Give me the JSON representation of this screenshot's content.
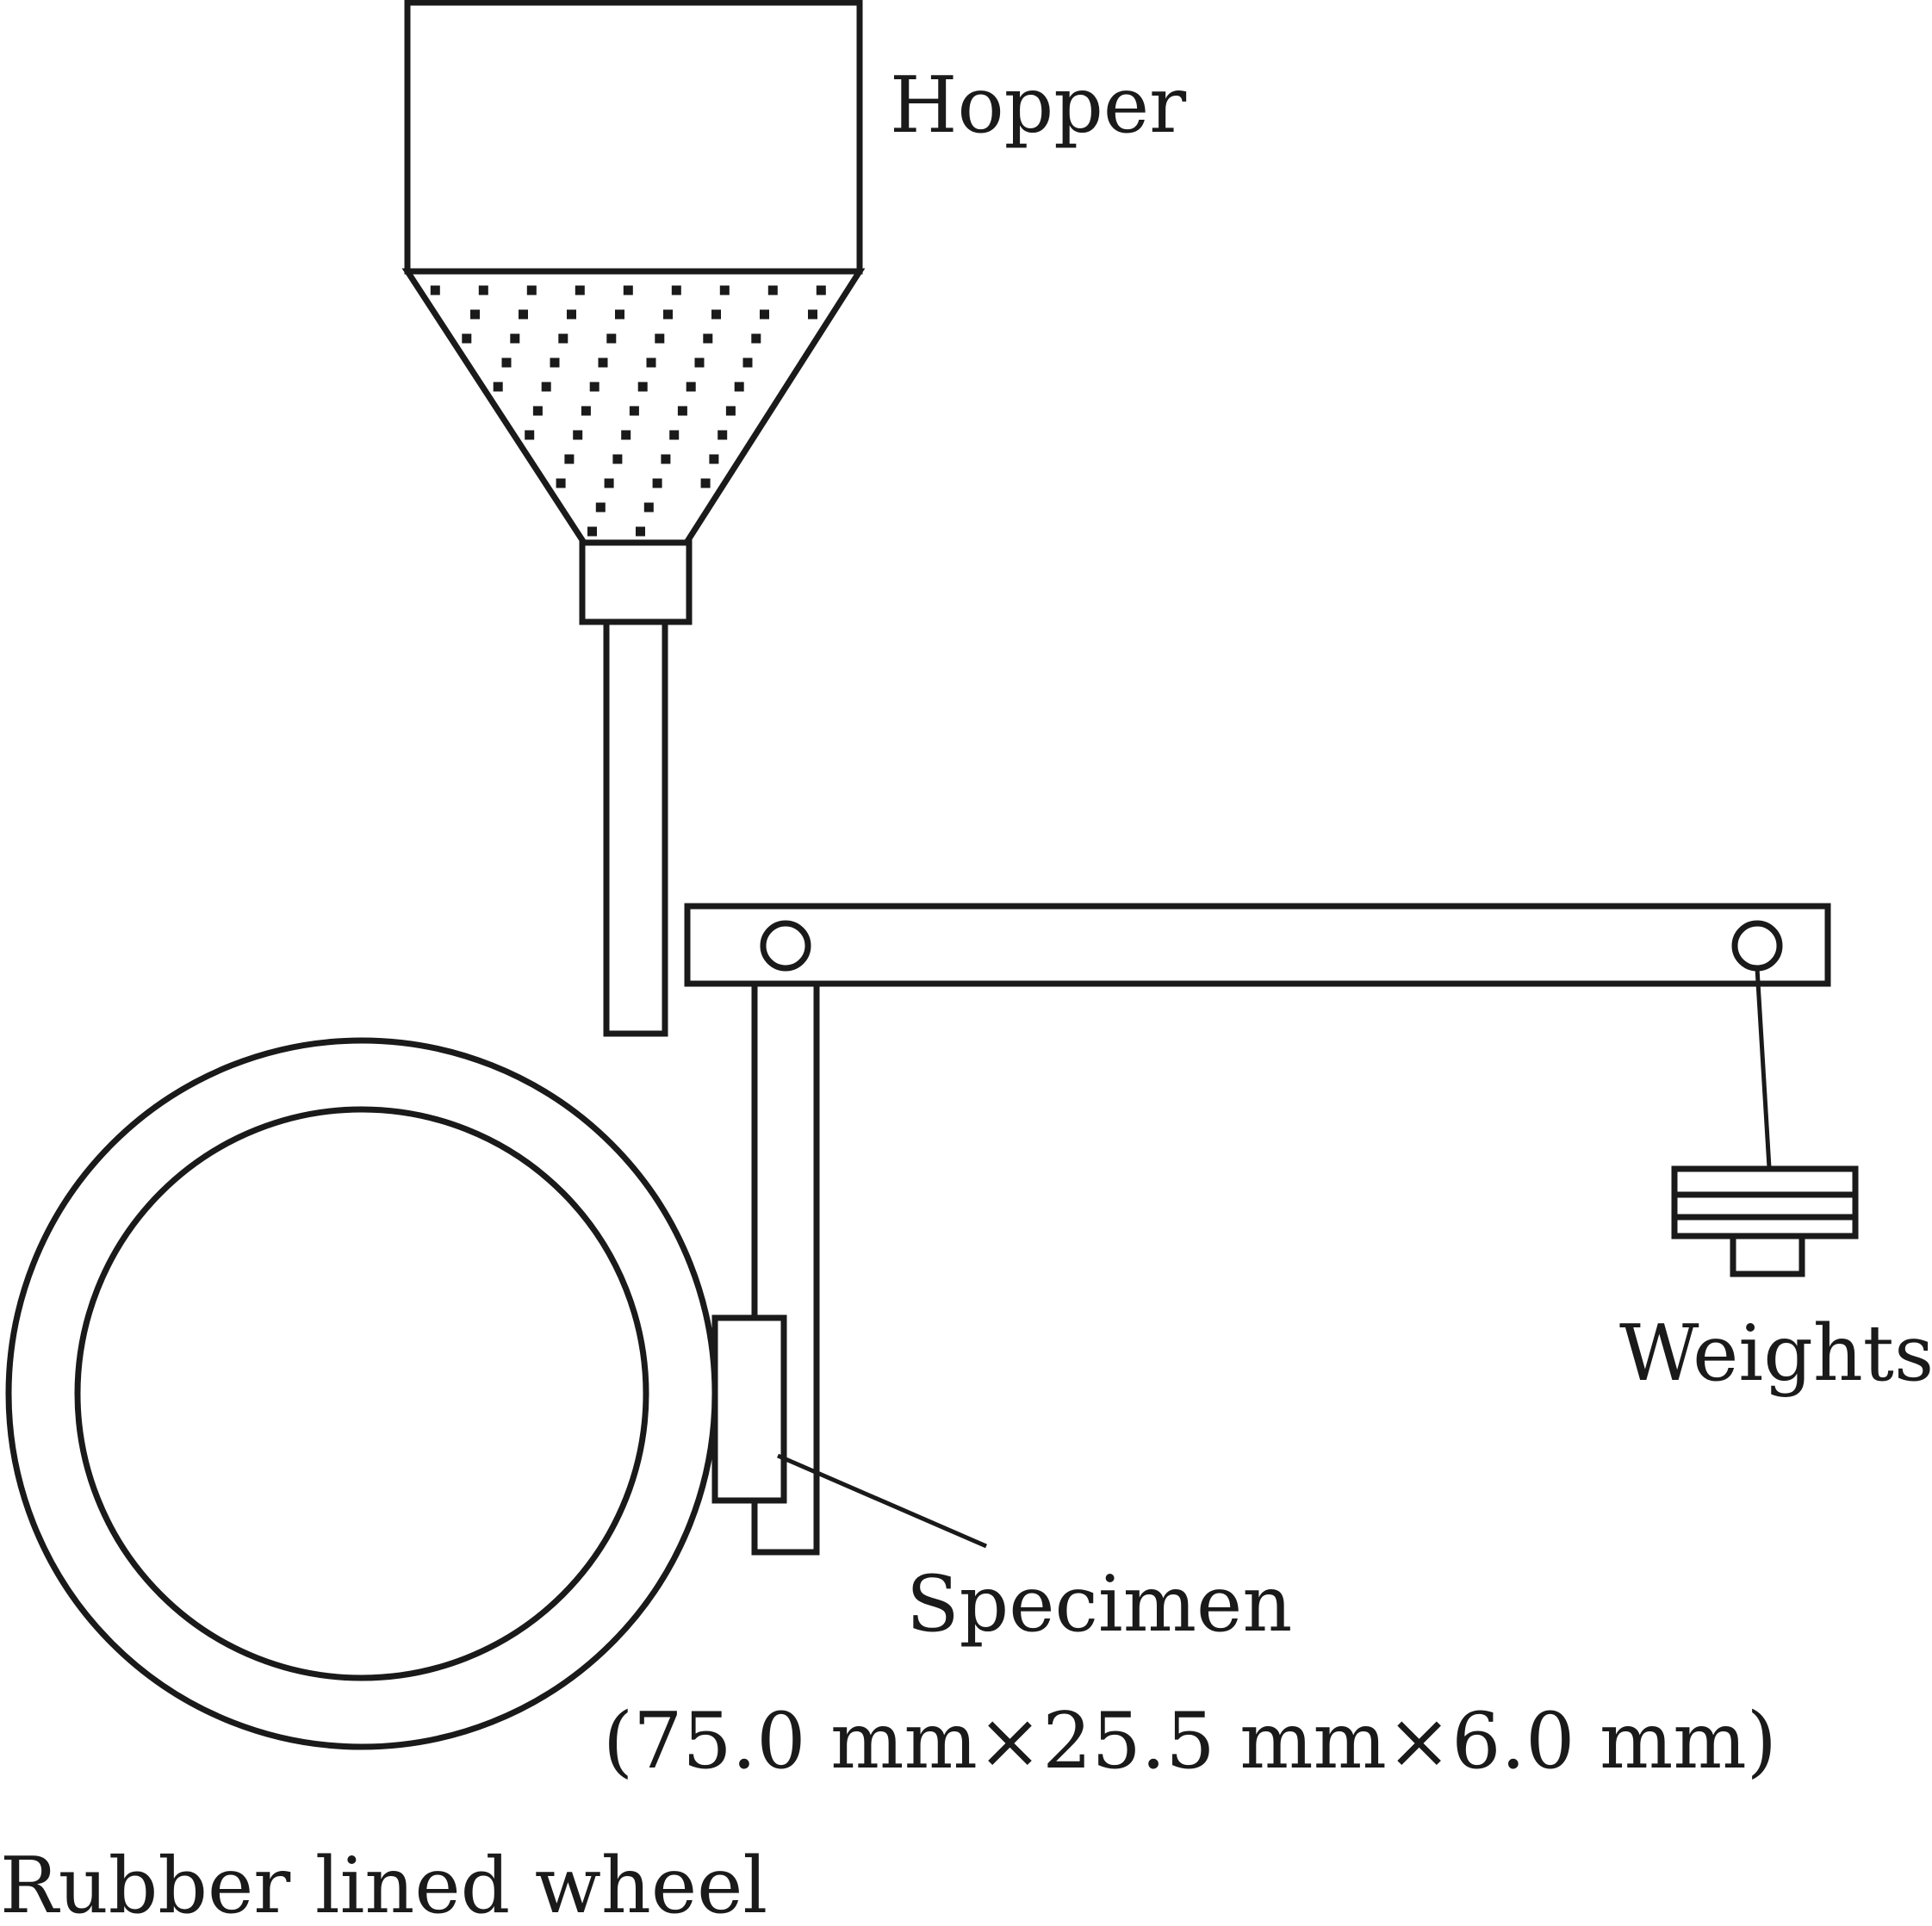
{
  "labels": {
    "hopper": "Hopper",
    "weights": "Weights",
    "specimen": "Specimen",
    "specimen_dimensions": "(75.0 mm×25.5 mm×6.0 mm)",
    "wheel": "Rubber lined wheel"
  },
  "colors": {
    "ink": "#1a1a1a",
    "background": "#ffffff"
  }
}
